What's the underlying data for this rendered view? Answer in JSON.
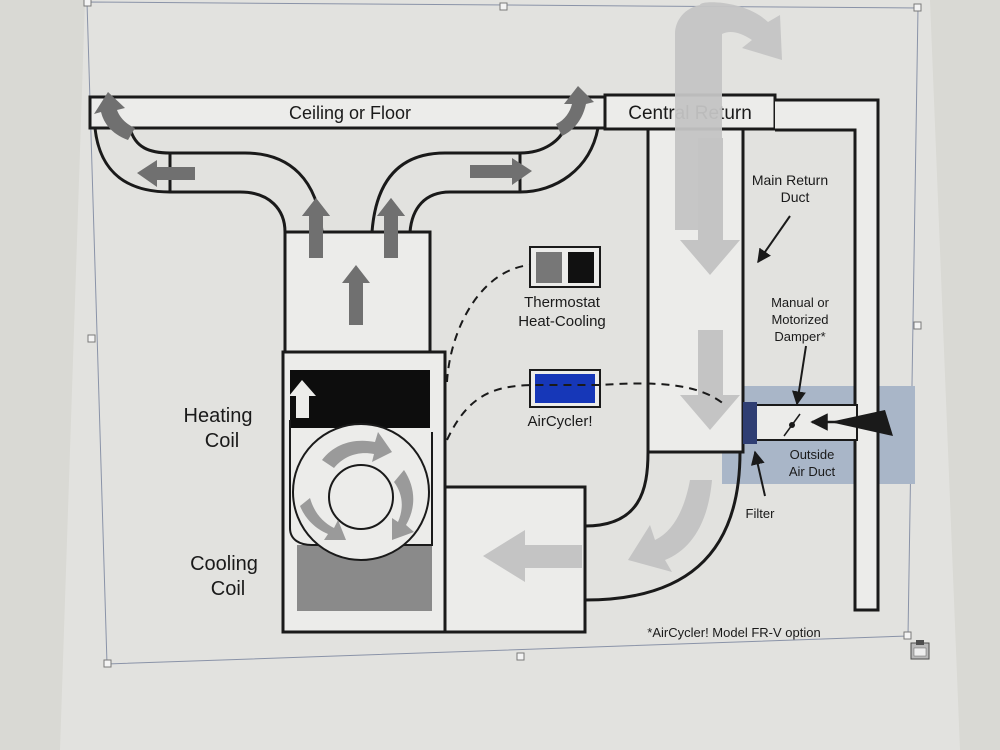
{
  "labels": {
    "ceiling": "Ceiling or Floor",
    "central_return": "Central Return",
    "main_return_1": "Main Return",
    "main_return_2": "Duct",
    "thermostat_1": "Thermostat",
    "thermostat_2": "Heat-Cooling",
    "heating_1": "Heating",
    "heating_2": "Coil",
    "aircycler": "AirCycler!",
    "cooling_1": "Cooling",
    "cooling_2": "Coil",
    "damper_1": "Manual or",
    "damper_2": "Motorized",
    "damper_3": "Damper*",
    "outside_1": "Outside",
    "outside_2": "Air Duct",
    "filter": "Filter",
    "footnote": "*AirCycler! Model FR-V option"
  },
  "colors": {
    "screen_bg": "#d9d9d4",
    "paper": "#ececea",
    "line": "#1a1a1a",
    "arrow_dark": "#707070",
    "arrow_light": "#c4c4c4",
    "outside_band": "#a9b6c8",
    "aircycler_fill": "#1637b8",
    "thermostat_gray": "#777777",
    "coil_gray": "#8a8a8a"
  },
  "icons": [
    "clipboard-icon",
    "thermostat-icon",
    "aircycler-controller-icon",
    "damper-icon",
    "blower-fan-icon"
  ]
}
